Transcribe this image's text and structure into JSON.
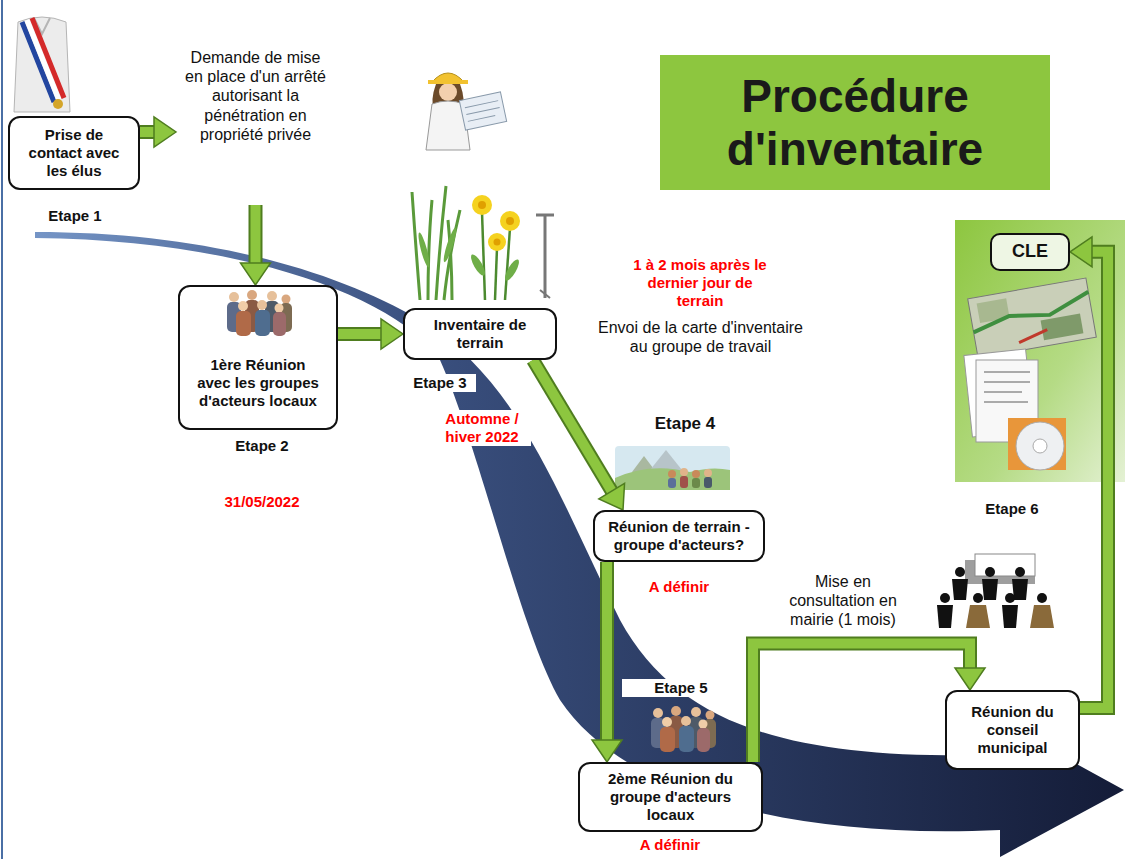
{
  "diagram": {
    "title": "Procédure d'inventaire",
    "nodes": [
      {
        "text": [
          "Prise de contact avec les élus"
        ]
      },
      {
        "text": [
          "1ère Réunion avec les groupes d'acteurs locaux"
        ]
      },
      {
        "text": [
          "Inventaire de terrain"
        ]
      },
      {
        "text": [
          "Réunion de terrain - groupe d'acteurs?"
        ]
      },
      {
        "text": [
          "2ème Réunion du groupe d'acteurs locaux"
        ]
      },
      {
        "text": [
          "Réunion du conseil municipal"
        ]
      },
      {
        "text": [
          "CLE"
        ]
      }
    ],
    "edges": [
      {
        "from": 0,
        "to": 1,
        "arrow": "to",
        "label": "Demande de mise en place d'un arrêté autorisant la pénétration en propriété privée"
      },
      {
        "from": 1,
        "to": 2,
        "arrow": "to"
      },
      {
        "from": 2,
        "to": 3,
        "arrow": "to",
        "label": "Envoi de la carte d'inventaire au groupe de travail"
      },
      {
        "from": 3,
        "to": 4,
        "arrow": "to"
      },
      {
        "from": 4,
        "to": 5,
        "arrow": "to",
        "label": "Mise en consultation en mairie (1 mois)"
      },
      {
        "from": 5,
        "to": 6,
        "arrow": "to"
      }
    ],
    "labels": [
      "Etape 1",
      "Etape 2",
      "31/05/2022",
      "Etape 3",
      "Automne / hiver 2022",
      "1 à 2 mois après le dernier jour de terrain",
      "Etape 4",
      "A définir",
      "Etape 5",
      "A définir",
      "Etape 6"
    ]
  }
}
